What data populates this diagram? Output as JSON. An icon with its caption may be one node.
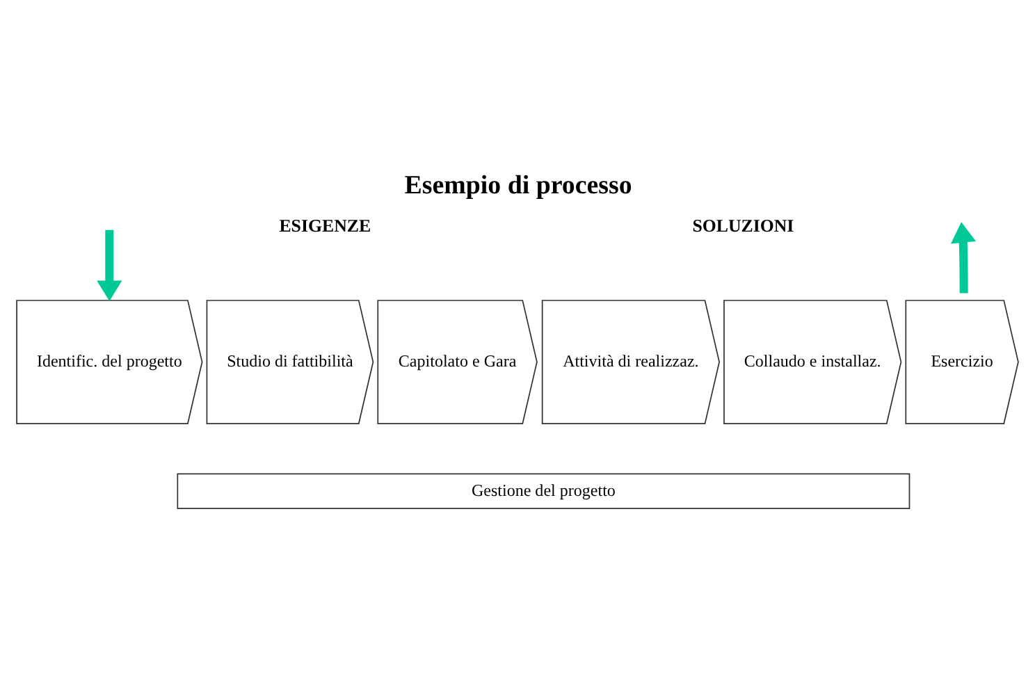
{
  "diagram": {
    "title": "Esempio di processo",
    "nodes": [
      {
        "text": [
          "Identific. del progetto"
        ]
      },
      {
        "text": [
          "Studio di fattibilità"
        ]
      },
      {
        "text": [
          "Capitolato e Gara"
        ]
      },
      {
        "text": [
          "Attività di realizzaz."
        ]
      },
      {
        "text": [
          "Collaudo e installaz."
        ]
      },
      {
        "text": [
          "Esercizio"
        ]
      },
      {
        "text": [
          "Gestione del progetto"
        ]
      }
    ],
    "edges": [
      {
        "from": null,
        "to": 0,
        "arrow": "to",
        "color": "#00c896"
      },
      {
        "from": 5,
        "to": null,
        "arrow": "to",
        "color": "#00c896"
      }
    ],
    "labels": [
      "ESIGENZE",
      "SOLUZIONI"
    ]
  }
}
